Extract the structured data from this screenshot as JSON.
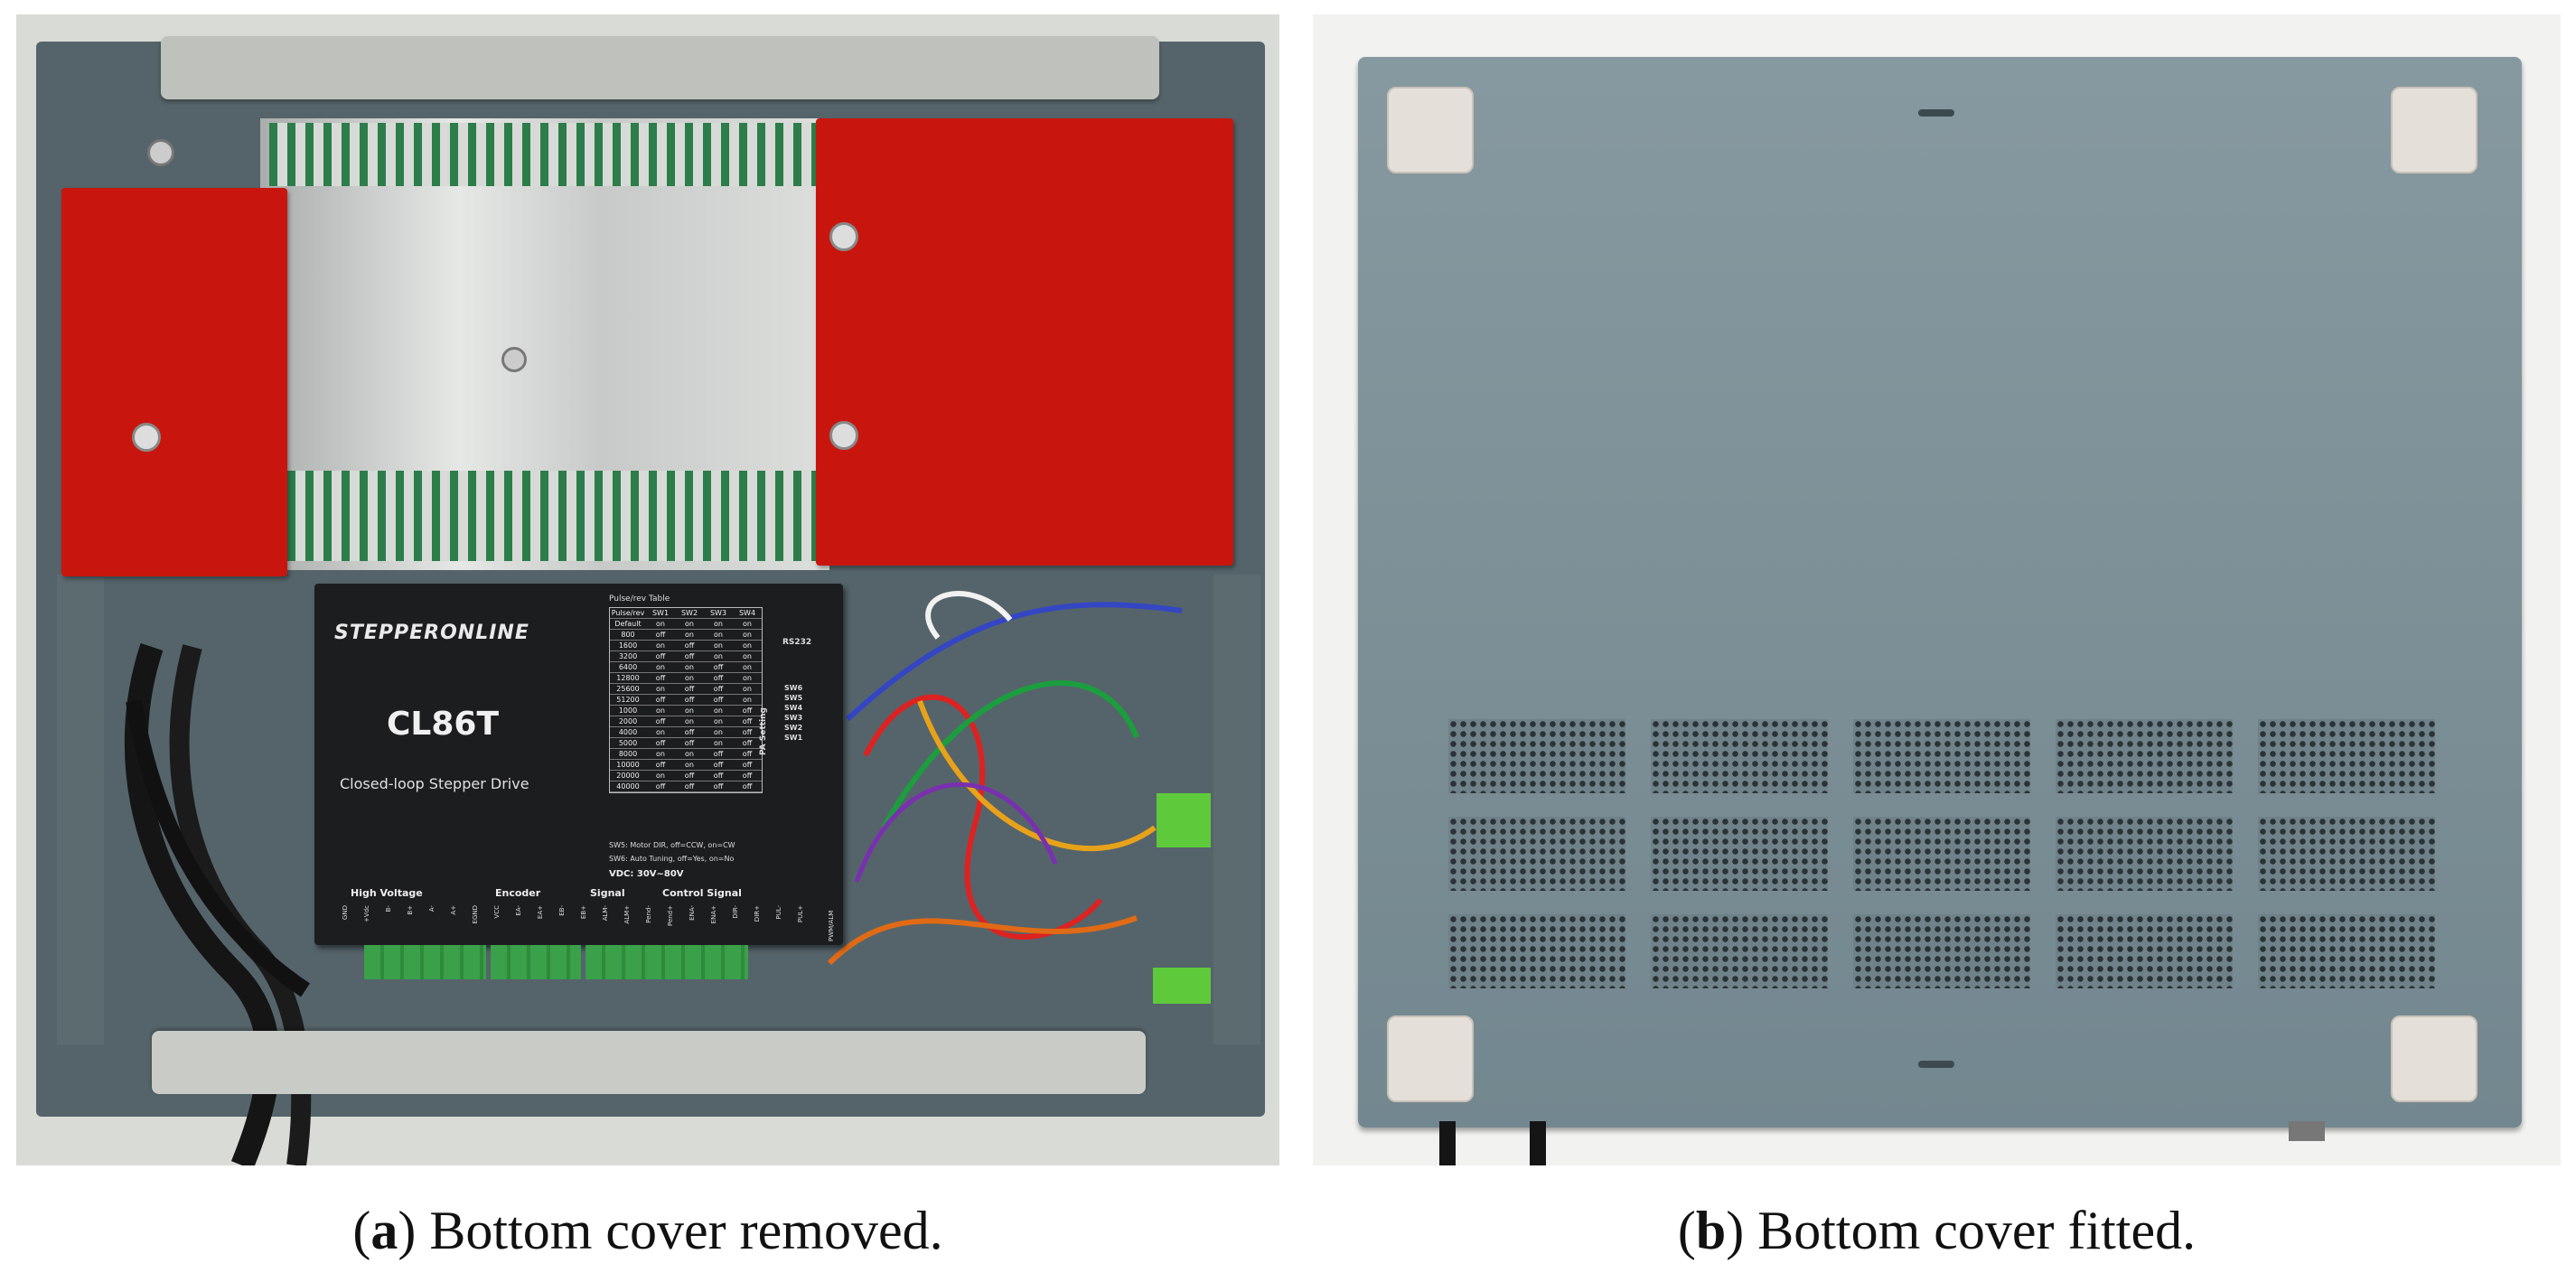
{
  "figure": {
    "subfigures": [
      {
        "label": "a",
        "caption": "Bottom cover removed.",
        "photo": {
          "brand": "STEPPERONLINE",
          "model": "CL86T",
          "subtitle": "Closed-loop Stepper Drive",
          "table_title": "Pulse/rev Table",
          "table_headers": [
            "Pulse/rev",
            "SW1",
            "SW2",
            "SW3",
            "SW4"
          ],
          "table_rows": [
            [
              "Default",
              "on",
              "on",
              "on",
              "on"
            ],
            [
              "800",
              "off",
              "on",
              "on",
              "on"
            ],
            [
              "1600",
              "on",
              "off",
              "on",
              "on"
            ],
            [
              "3200",
              "off",
              "off",
              "on",
              "on"
            ],
            [
              "6400",
              "on",
              "on",
              "off",
              "on"
            ],
            [
              "12800",
              "off",
              "on",
              "off",
              "on"
            ],
            [
              "25600",
              "on",
              "off",
              "off",
              "on"
            ],
            [
              "51200",
              "off",
              "off",
              "off",
              "on"
            ],
            [
              "1000",
              "on",
              "on",
              "on",
              "off"
            ],
            [
              "2000",
              "off",
              "on",
              "on",
              "off"
            ],
            [
              "4000",
              "on",
              "off",
              "on",
              "off"
            ],
            [
              "5000",
              "off",
              "off",
              "on",
              "off"
            ],
            [
              "8000",
              "on",
              "on",
              "off",
              "off"
            ],
            [
              "10000",
              "off",
              "on",
              "off",
              "off"
            ],
            [
              "20000",
              "on",
              "off",
              "off",
              "off"
            ],
            [
              "40000",
              "off",
              "off",
              "off",
              "off"
            ]
          ],
          "rs232": "RS232",
          "pa_setting": "PA Setting",
          "sw_labels": [
            "SW6",
            "SW5",
            "SW4",
            "SW3",
            "SW2",
            "SW1"
          ],
          "note1": "SW5: Motor DIR, off=CCW, on=CW",
          "note2": "SW6: Auto Tuning, off=Yes, on=No",
          "vdc": "VDC: 30V~80V",
          "groups": [
            "High Voltage",
            "Encoder",
            "Signal",
            "Control Signal"
          ],
          "pins": [
            "GND",
            "+Vdc",
            "B-",
            "B+",
            "A-",
            "A+",
            "EGND",
            "VCC",
            "EA-",
            "EA+",
            "EB-",
            "EB+",
            "ALM-",
            "ALM+",
            "Pend-",
            "Pend+",
            "ENA-",
            "ENA+",
            "DIR-",
            "DIR+",
            "PUL-",
            "PUL+"
          ],
          "pwm_label": "PWM/ALM"
        }
      },
      {
        "label": "b",
        "caption": "Bottom cover fitted."
      }
    ],
    "colors": {
      "red_bracket": "#c8160e",
      "chassis": "#5f6d72",
      "cover": "#7e9299",
      "driver": "#1c1d1f",
      "terminal": "#3aa04a"
    }
  }
}
